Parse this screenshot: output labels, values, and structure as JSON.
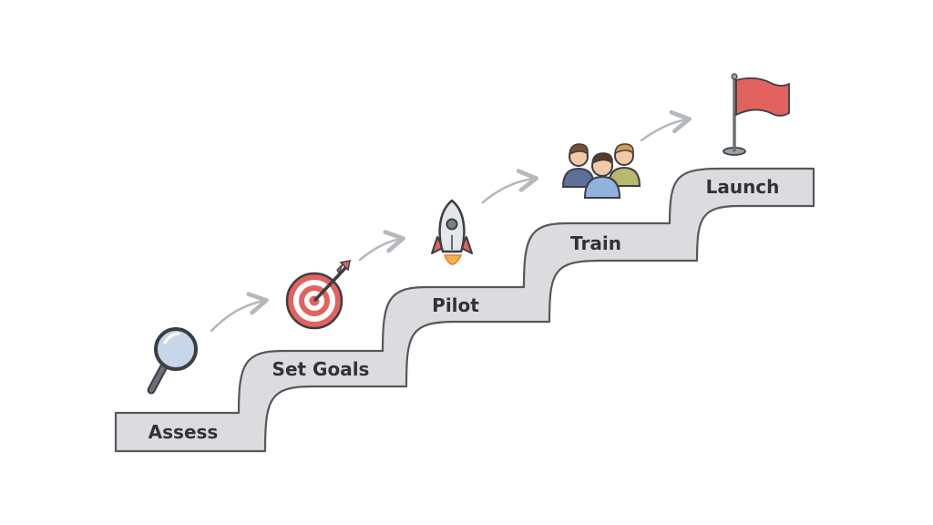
{
  "steps": [
    {
      "label": "Assess",
      "icon": "magnifier-icon"
    },
    {
      "label": "Set Goals",
      "icon": "target-icon"
    },
    {
      "label": "Pilot",
      "icon": "rocket-icon"
    },
    {
      "label": "Train",
      "icon": "team-icon"
    },
    {
      "label": "Launch",
      "icon": "flag-icon"
    }
  ],
  "colors": {
    "stair_fill": "#dcdcdf",
    "stair_stroke": "#54585d",
    "accent_red": "#e2625f",
    "arrow": "#b5b8bc",
    "icon_outline": "#3b3f44"
  }
}
